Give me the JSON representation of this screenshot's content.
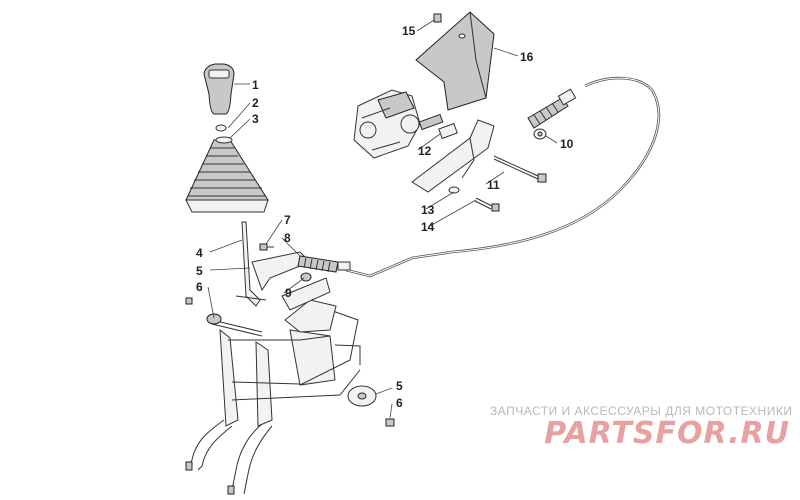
{
  "callouts": [
    {
      "id": "c1",
      "label": "1"
    },
    {
      "id": "c2",
      "label": "2"
    },
    {
      "id": "c3",
      "label": "3"
    },
    {
      "id": "c4",
      "label": "4"
    },
    {
      "id": "c5a",
      "label": "5"
    },
    {
      "id": "c6a",
      "label": "6"
    },
    {
      "id": "c7",
      "label": "7"
    },
    {
      "id": "c8",
      "label": "8"
    },
    {
      "id": "c9",
      "label": "9"
    },
    {
      "id": "c10",
      "label": "10"
    },
    {
      "id": "c11",
      "label": "11"
    },
    {
      "id": "c12",
      "label": "12"
    },
    {
      "id": "c13",
      "label": "13"
    },
    {
      "id": "c14",
      "label": "14"
    },
    {
      "id": "c15",
      "label": "15"
    },
    {
      "id": "c16",
      "label": "16"
    },
    {
      "id": "c5b",
      "label": "5"
    },
    {
      "id": "c6b",
      "label": "6"
    }
  ],
  "watermark": {
    "tagline": "ЗАПЧАСТИ И АКСЕССУАРЫ ДЛЯ МОТОТЕХНИКИ",
    "logo": "PARTSFOR.RU"
  }
}
